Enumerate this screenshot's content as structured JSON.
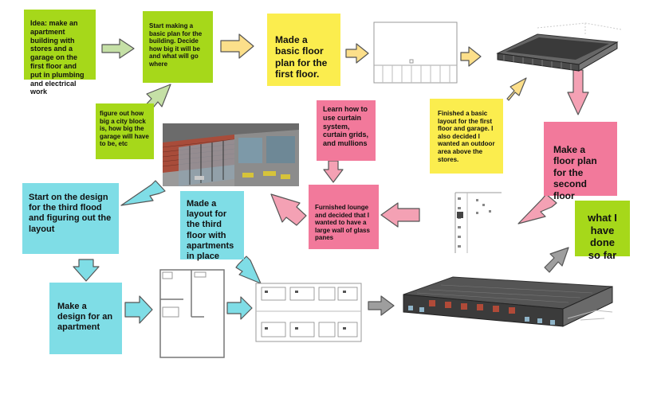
{
  "notes": {
    "idea": "Idea: make an apartment building with stores and a garage on the first floor and put in plumbing and electrical work",
    "basic_plan": "Start making a basic plan for the building. Decide how big it will be and what will go where",
    "floor_plan_first": "Made a basic floor plan for the first floor.",
    "city_block": "figure out how big a city block is, how big the garage will have to be, etc",
    "finished_layout": "Finished a basic layout for the first floor and garage. I also decided I wanted an outdoor area above the stores.",
    "curtain": "Learn how to use curtain system, curtain grids, and mullions",
    "floor_plan_second": "Make a floor plan for the second floor",
    "lounge": "Furnished lounge and decided that I wanted to have a large wall of glass panes",
    "third_flood": "Start on the design for the third flood and figuring out the layout",
    "third_layout": "Made a layout for the third floor with apartments in place",
    "what_done": "what I have done so far",
    "apartment": "Make a design for an apartment"
  },
  "colors": {
    "green": "#a6d81a",
    "yellow": "#fbed4e",
    "pink": "#f2799b",
    "cyan": "#7fdde6"
  }
}
